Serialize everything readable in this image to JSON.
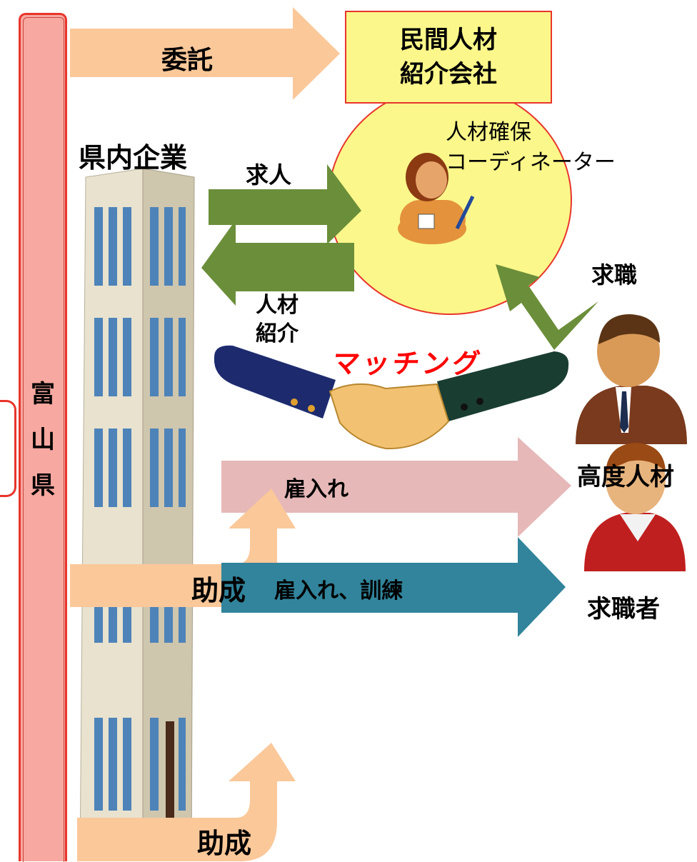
{
  "prefecture": {
    "chars": [
      "富",
      "山",
      "県"
    ]
  },
  "agency": {
    "line1": "民間人材",
    "line2": "紹介会社"
  },
  "coordinator": {
    "line1": "人材確保",
    "line2": "コーディネーター"
  },
  "labels": {
    "consign": "委託",
    "companies": "県内企業",
    "job_offer": "求人",
    "referral_line1": "人材",
    "referral_line2": "紹介",
    "job_seeking": "求職",
    "matching": "マッチング",
    "hire": "雇入れ",
    "high_talent": "高度人材",
    "subsidy_1": "助成",
    "hire_train": "雇入れ、訓練",
    "job_seeker": "求職者",
    "subsidy_2": "助成"
  },
  "colors": {
    "prefecture_fill": "#f7a8a0",
    "prefecture_border": "#e8352b",
    "consign_arrow": "#fbc89a",
    "agency_fill": "#fbf78a",
    "circle_fill": "#fbf78a",
    "green_arrow": "#6b8e3a",
    "pink_arrow": "#e6b8b8",
    "teal_arrow": "#31849b",
    "matching_text": "#ff0000"
  }
}
